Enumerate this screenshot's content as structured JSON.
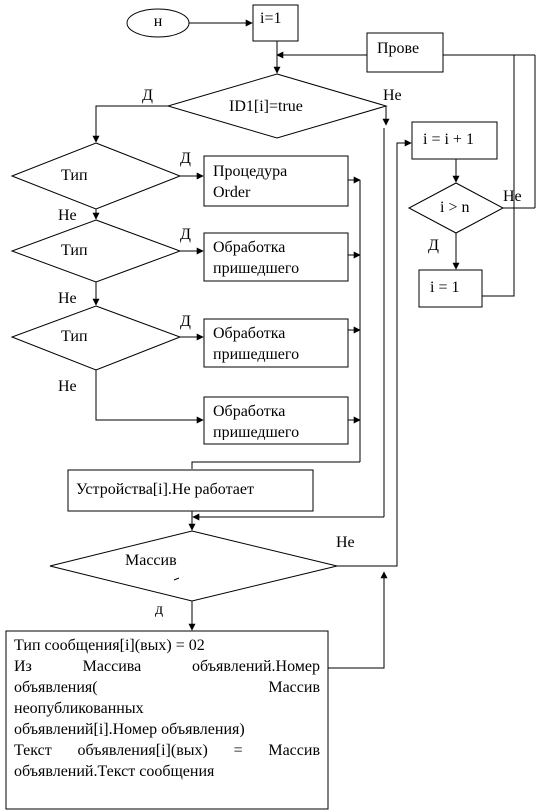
{
  "start": {
    "label": "н"
  },
  "init": {
    "label": "i=1"
  },
  "check": {
    "label": "Прове"
  },
  "cond_main": {
    "label": "ID1[i]=true"
  },
  "inc": {
    "label": "i = i + 1"
  },
  "cond_n": {
    "label": "i > n"
  },
  "reset": {
    "label": "i = 1"
  },
  "types": [
    {
      "label": "Тип",
      "proc_lines": [
        "Процедура",
        "Order"
      ]
    },
    {
      "label": "Тип",
      "proc_lines": [
        "Обработка",
        "пришедшего"
      ]
    },
    {
      "label": "Тип",
      "proc_lines": [
        "Обработка",
        "пришедшего"
      ]
    }
  ],
  "last_proc": {
    "lines": [
      "Обработка",
      "пришедшего"
    ]
  },
  "device": {
    "label": "Устройства[i].Не   работает"
  },
  "massiv": {
    "label": "Массив"
  },
  "final": {
    "lines": [
      "Тип сообщения[i](вых) = 02",
      "Из  Массива  объявлений.Номер",
      "объявления(  Массив",
      "неопубликованных",
      "объявлений[i].Номер объявления)",
      "Текст  объявления[i](вых)  =  Массив",
      "объявлений.Текст сообщения"
    ]
  },
  "edges": {
    "yes_main": "Д",
    "no_main": "Не",
    "yes_1": "Д",
    "no_1": "Не",
    "yes_2": "Д",
    "no_2": "Не",
    "yes_3": "Д",
    "no_3": "Не",
    "no_n": "Не",
    "yes_n": "Д",
    "no_massiv": "Не",
    "yes_massiv": "д"
  }
}
